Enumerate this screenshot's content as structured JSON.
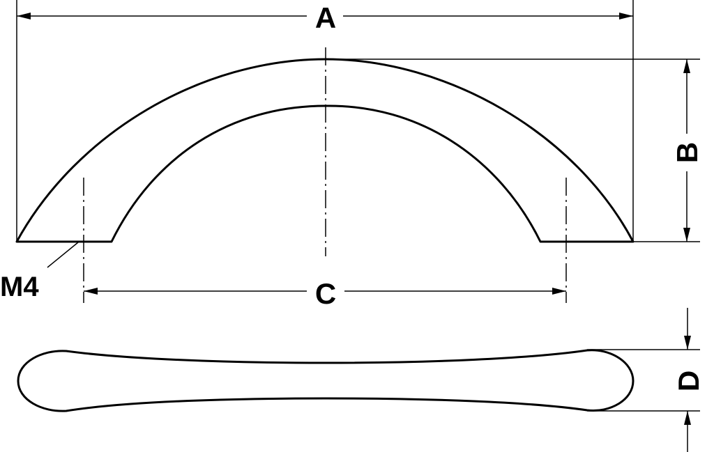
{
  "drawing": {
    "labels": {
      "overall_length": "A",
      "height": "B",
      "hole_centres": "C",
      "thickness": "D",
      "thread": "M4"
    },
    "colors": {
      "line": "#000000",
      "background": "#ffffff"
    }
  }
}
